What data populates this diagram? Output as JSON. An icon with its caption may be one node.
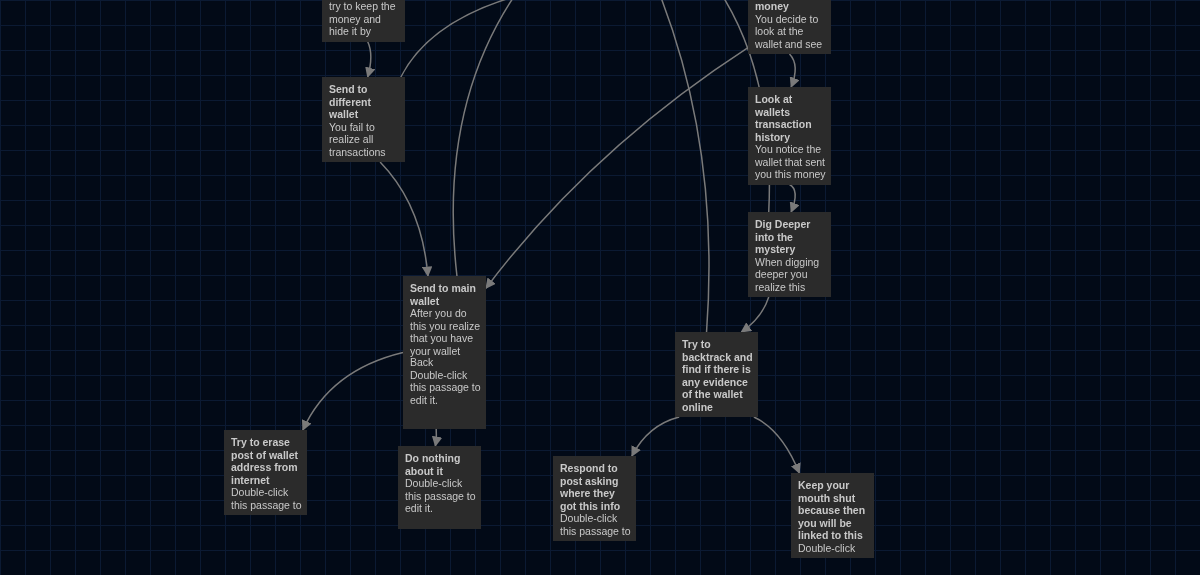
{
  "diagram": {
    "nodes": [
      {
        "text": [
          "try to keep the money and hide it by"
        ]
      },
      {
        "text": [
          "money",
          "You decide to look at the wallet and see"
        ]
      },
      {
        "text": [
          "Send to different wallet",
          "You fail to realize all transactions"
        ]
      },
      {
        "text": [
          "Look at wallets transaction history",
          "You notice the wallet that sent you this money"
        ]
      },
      {
        "text": [
          "Dig Deeper into the mystery",
          "When digging deeper you realize this"
        ]
      },
      {
        "text": [
          "Send to main wallet",
          "After you do this you realize that you have your wallet"
        ]
      },
      {
        "text": [
          "Back",
          "Double-click this passage to edit it."
        ],
        "in": 5
      },
      {
        "text": [
          "Try to backtrack and find if there is any evidence of the wallet online"
        ]
      },
      {
        "text": [
          "Try to erase post of wallet address from internet",
          "Double-click this passage to"
        ]
      },
      {
        "text": [
          "Do nothing about it",
          "Double-click this passage to edit it."
        ]
      },
      {
        "text": [
          "Respond to post asking where they got this info",
          "Double-click this passage to"
        ]
      },
      {
        "text": [
          "Keep your mouth shut because then you will be linked to this",
          "Double-click"
        ]
      }
    ],
    "edges": [
      {
        "from": 0,
        "to": 2,
        "arrow": "to"
      },
      {
        "from": 2,
        "to": null,
        "arrow": "none"
      },
      {
        "from": 2,
        "to": 5,
        "arrow": "to"
      },
      {
        "from": 5,
        "to": null,
        "arrow": "none"
      },
      {
        "from": 1,
        "to": 5,
        "arrow": "to"
      },
      {
        "from": 1,
        "to": 3,
        "arrow": "to"
      },
      {
        "from": 4,
        "to": null,
        "arrow": "none"
      },
      {
        "from": 3,
        "to": 4,
        "arrow": "to"
      },
      {
        "from": 4,
        "to": 7,
        "arrow": "to"
      },
      {
        "from": 7,
        "to": null,
        "arrow": "none"
      },
      {
        "from": 5,
        "to": 8,
        "arrow": "to"
      },
      {
        "from": 5,
        "to": 9,
        "arrow": "to"
      },
      {
        "from": 7,
        "to": 10,
        "arrow": "to"
      },
      {
        "from": 7,
        "to": 11,
        "arrow": "to"
      }
    ]
  }
}
